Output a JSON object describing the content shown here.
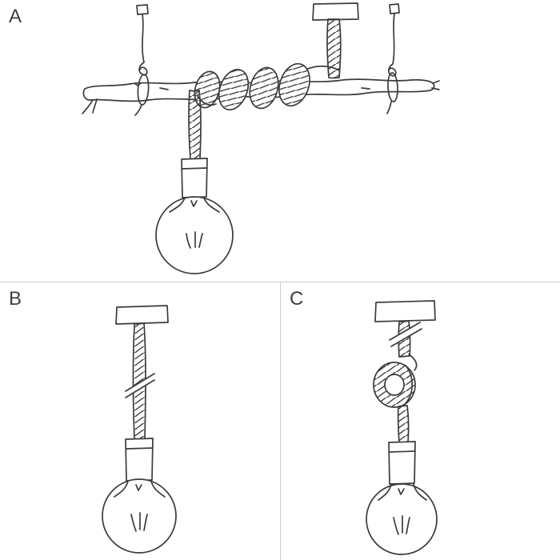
{
  "panels": {
    "a": {
      "label": "A"
    },
    "b": {
      "label": "B"
    },
    "c": {
      "label": "C"
    }
  },
  "colors": {
    "ink": "#3b3b3b",
    "background": "#ffffff",
    "divider": "#cccccc"
  },
  "icons": {
    "panel_a": "branch-pendant-sketch",
    "panel_b": "rope-pendant-sketch",
    "panel_c": "knotted-rope-pendant-sketch"
  }
}
